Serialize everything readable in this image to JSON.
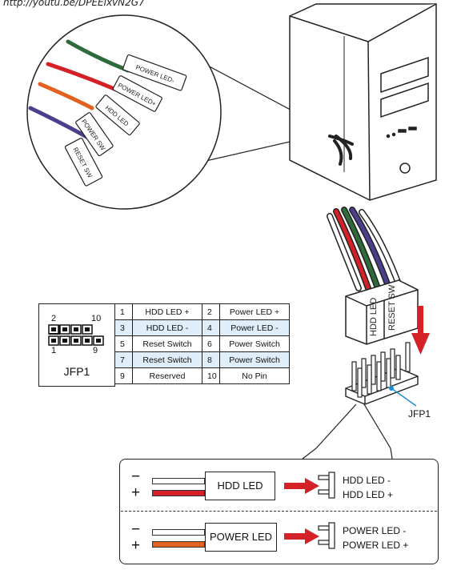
{
  "header": {
    "url": "http://youtu.be/DPEEixvN2G7"
  },
  "connector_labels": {
    "power_led_minus": "POWER LED-",
    "power_led_plus": "POWER LED+",
    "hdd_led": "HDD LED",
    "power_sw": "POWER SW",
    "reset_sw": "RESET SW"
  },
  "jfp_diagram": {
    "name": "JFP1",
    "pin_top_left": "2",
    "pin_top_right": "10",
    "pin_bottom_left": "1",
    "pin_bottom_right": "9"
  },
  "pin_table": [
    {
      "n1": "1",
      "l1": "HDD LED +",
      "n2": "2",
      "l2": "Power LED +"
    },
    {
      "n1": "3",
      "l1": "HDD LED -",
      "n2": "4",
      "l2": "Power LED -"
    },
    {
      "n1": "5",
      "l1": "Reset Switch",
      "n2": "6",
      "l2": "Power Switch"
    },
    {
      "n1": "7",
      "l1": "Reset Switch",
      "n2": "8",
      "l2": "Power Switch"
    },
    {
      "n1": "9",
      "l1": "Reserved",
      "n2": "10",
      "l2": "No Pin"
    }
  ],
  "header_plug": {
    "hdd_led": "HDD LED",
    "reset_sw": "RESET SW"
  },
  "header_label": "JFP1",
  "legend": {
    "minus": "−",
    "plus": "+",
    "hdd_box": "HDD LED",
    "hdd_minus": "HDD LED -",
    "hdd_plus": "HDD LED +",
    "power_box": "POWER LED",
    "power_minus": "POWER LED -",
    "power_plus": "POWER LED +"
  },
  "colors": {
    "red": "#d42027",
    "orange": "#e4601f",
    "green": "#2f6b3a",
    "purple": "#4b3f8c",
    "highlight": "#dfeef9",
    "callout": "#1b8fd0"
  }
}
